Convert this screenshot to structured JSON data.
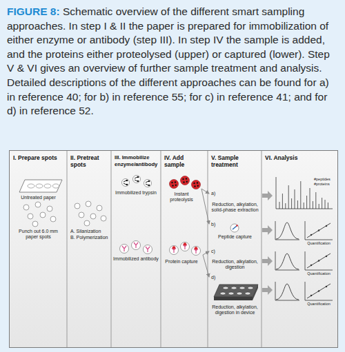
{
  "diagram": {
    "title": "FIGURE 8:",
    "caption": "Schematic overview of the different smart sampling approaches. In step I & II the paper is prepared for immobilization of either enzyme or antibody (step III). In step IV the sample is added, and the proteins either proteolysed (upper) or captured (lower). Step V & VI gives an overview of further sample treatment and analysis. Detailed descriptions of the different approaches can be found for a) in reference 40; for b) in reference 55; for c) in reference 41; and for d) in reference 52.",
    "nodes": [
      {
        "text": [
          "I. Prepare spots"
        ]
      },
      {
        "text": [
          "II. Pretreat spots"
        ]
      },
      {
        "text": [
          "III. Immobilize enzyme/antibody"
        ]
      },
      {
        "text": [
          "IV. Add sample"
        ]
      },
      {
        "text": [
          "V. Sample treatment"
        ]
      },
      {
        "text": [
          "VI. Analysis"
        ]
      }
    ],
    "labels": [
      "Untreated paper",
      "Punch out 6.0 mm paper spots",
      "A. Silanization",
      "B. Polymerization",
      "Immobilized trypsin",
      "Immobilized antibody",
      "Instant proteolysis",
      "Protein capture",
      "a)",
      "Reduction, alkylation, solid-phase extraction",
      "b)",
      "Peptide capture",
      "c)",
      "Reduction, alkylation, digestion",
      "d)",
      "Reduction, alkylation, digestion in device",
      "#peptides #proteins",
      "Quantification",
      "Quantification",
      "Quantification"
    ]
  }
}
